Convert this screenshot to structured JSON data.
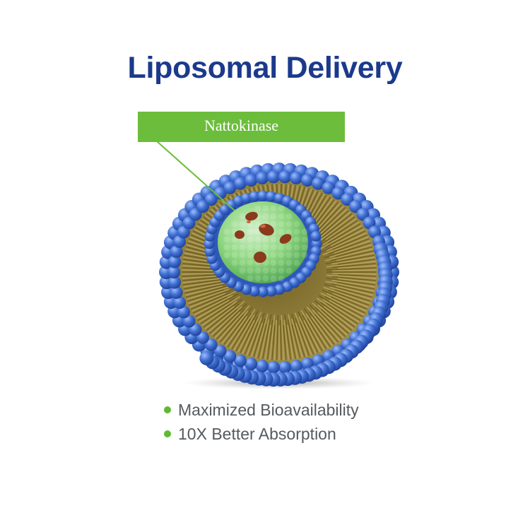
{
  "title": "Liposomal Delivery",
  "callout": {
    "label": "Nattokinase"
  },
  "bullets": [
    {
      "text": "Maximized Bioavailability"
    },
    {
      "text": "10X Better Absorption"
    }
  ],
  "colors": {
    "title": "#1b3a8c",
    "callout_bg": "#6cbd3b",
    "callout_line": "#6cbd3b",
    "bullet_dot": "#5fb932",
    "membrane_head": "#3f6fd0",
    "lipid_tail": "#8d7a3a",
    "core": "#8fdc7a",
    "drug_particle": "#8b3a1d"
  },
  "icons": {
    "bullet": "green-dot-icon",
    "diagram": "liposome-cross-section-icon"
  }
}
